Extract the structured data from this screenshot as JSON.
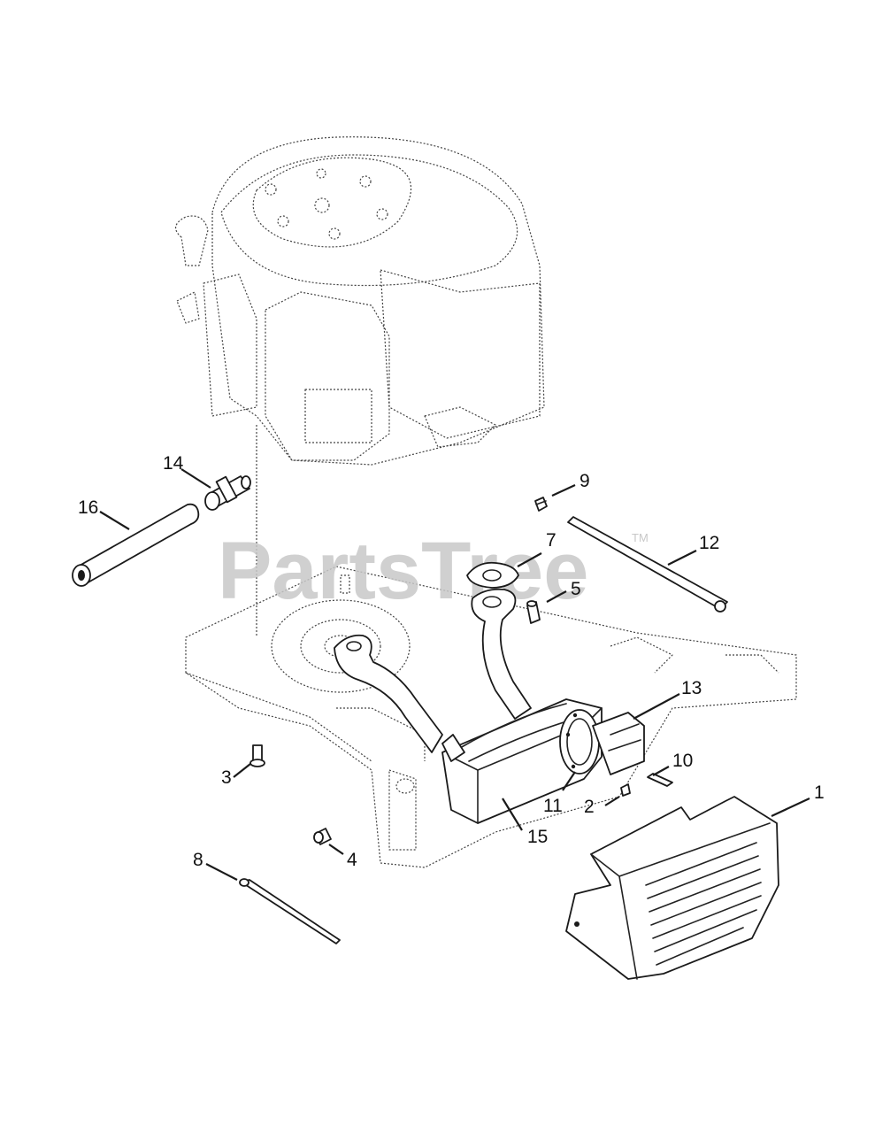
{
  "watermark": {
    "text": "PartsTree",
    "trademark": "TM"
  },
  "callouts": [
    {
      "id": "c1",
      "label": "1"
    },
    {
      "id": "c2",
      "label": "2"
    },
    {
      "id": "c3",
      "label": "3"
    },
    {
      "id": "c4",
      "label": "4"
    },
    {
      "id": "c5",
      "label": "5"
    },
    {
      "id": "c7",
      "label": "7"
    },
    {
      "id": "c8",
      "label": "8"
    },
    {
      "id": "c9",
      "label": "9"
    },
    {
      "id": "c10",
      "label": "10"
    },
    {
      "id": "c11",
      "label": "11"
    },
    {
      "id": "c12",
      "label": "12"
    },
    {
      "id": "c13",
      "label": "13"
    },
    {
      "id": "c14",
      "label": "14"
    },
    {
      "id": "c15",
      "label": "15"
    },
    {
      "id": "c16",
      "label": "16"
    }
  ]
}
